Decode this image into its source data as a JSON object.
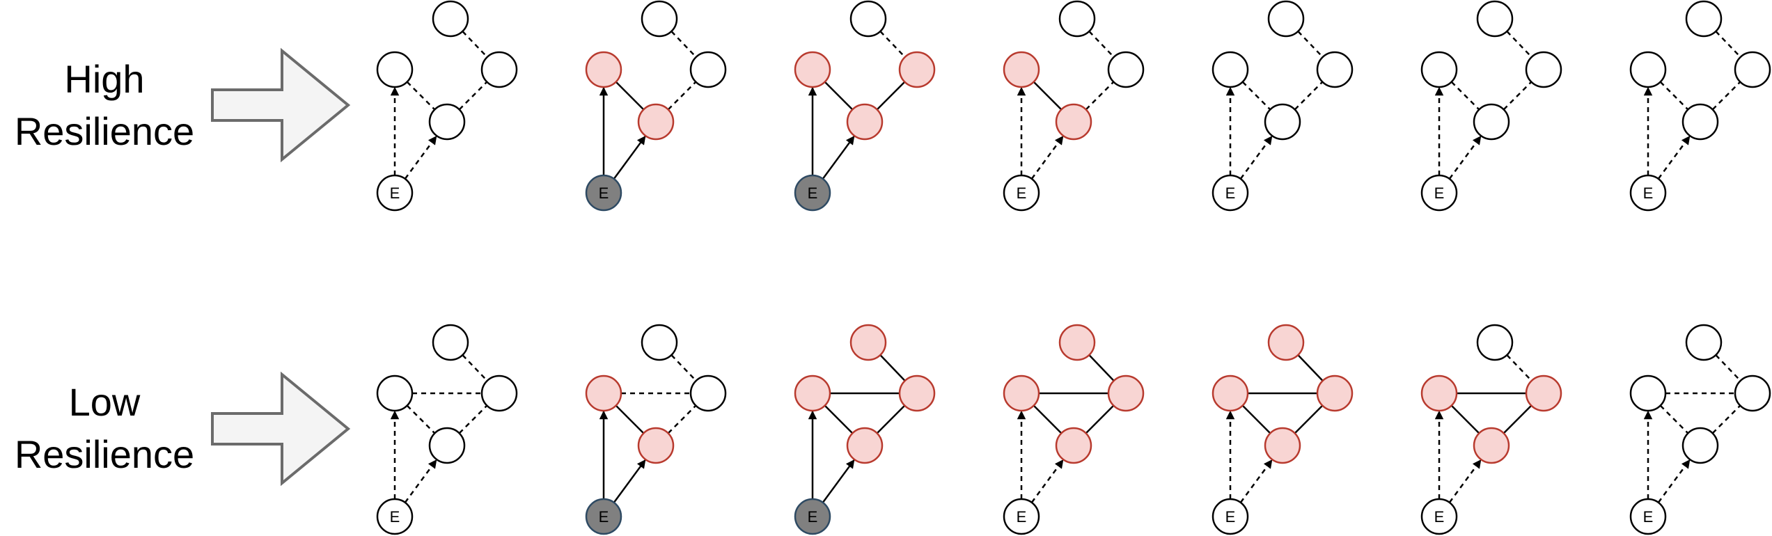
{
  "rows": [
    {
      "id": "high",
      "label_lines": [
        "High",
        "Resilience"
      ],
      "steps": [
        {
          "active_nodes": [],
          "entry_active": false,
          "solid_edges": []
        },
        {
          "active_nodes": [
            "left",
            "mid"
          ],
          "entry_active": true,
          "solid_edges": [
            "E-left",
            "E-mid",
            "left-mid"
          ]
        },
        {
          "active_nodes": [
            "left",
            "mid",
            "right"
          ],
          "entry_active": true,
          "solid_edges": [
            "E-left",
            "E-mid",
            "left-mid",
            "mid-right"
          ]
        },
        {
          "active_nodes": [
            "left",
            "mid"
          ],
          "entry_active": false,
          "solid_edges": [
            "left-mid"
          ]
        },
        {
          "active_nodes": [],
          "entry_active": false,
          "solid_edges": []
        },
        {
          "active_nodes": [],
          "entry_active": false,
          "solid_edges": []
        },
        {
          "active_nodes": [],
          "entry_active": false,
          "solid_edges": []
        }
      ]
    },
    {
      "id": "low",
      "label_lines": [
        "Low",
        "Resilience"
      ],
      "steps": [
        {
          "active_nodes": [],
          "entry_active": false,
          "solid_edges": []
        },
        {
          "active_nodes": [
            "left",
            "mid"
          ],
          "entry_active": true,
          "solid_edges": [
            "E-left",
            "E-mid",
            "left-mid"
          ]
        },
        {
          "active_nodes": [
            "left",
            "mid",
            "right",
            "top"
          ],
          "entry_active": true,
          "solid_edges": [
            "E-left",
            "E-mid",
            "left-mid",
            "mid-right",
            "left-right",
            "top-right"
          ]
        },
        {
          "active_nodes": [
            "left",
            "mid",
            "right",
            "top"
          ],
          "entry_active": false,
          "solid_edges": [
            "left-mid",
            "mid-right",
            "left-right",
            "top-right"
          ]
        },
        {
          "active_nodes": [
            "left",
            "mid",
            "right",
            "top"
          ],
          "entry_active": false,
          "solid_edges": [
            "left-mid",
            "mid-right",
            "left-right",
            "top-right"
          ]
        },
        {
          "active_nodes": [
            "left",
            "mid",
            "right"
          ],
          "entry_active": false,
          "solid_edges": [
            "left-mid",
            "mid-right",
            "left-right"
          ]
        },
        {
          "active_nodes": [],
          "entry_active": false,
          "solid_edges": []
        }
      ]
    }
  ],
  "entry_node_label": "E",
  "colors": {
    "active_fill": "#f8d5d3",
    "active_stroke": "#b83a2e",
    "entry_active_fill": "#808080",
    "entry_active_stroke": "#2e4a63",
    "inactive_fill": "#ffffff",
    "line": "#000000",
    "arrow_fill": "#f4f4f4",
    "arrow_stroke": "#6b6b6b"
  }
}
